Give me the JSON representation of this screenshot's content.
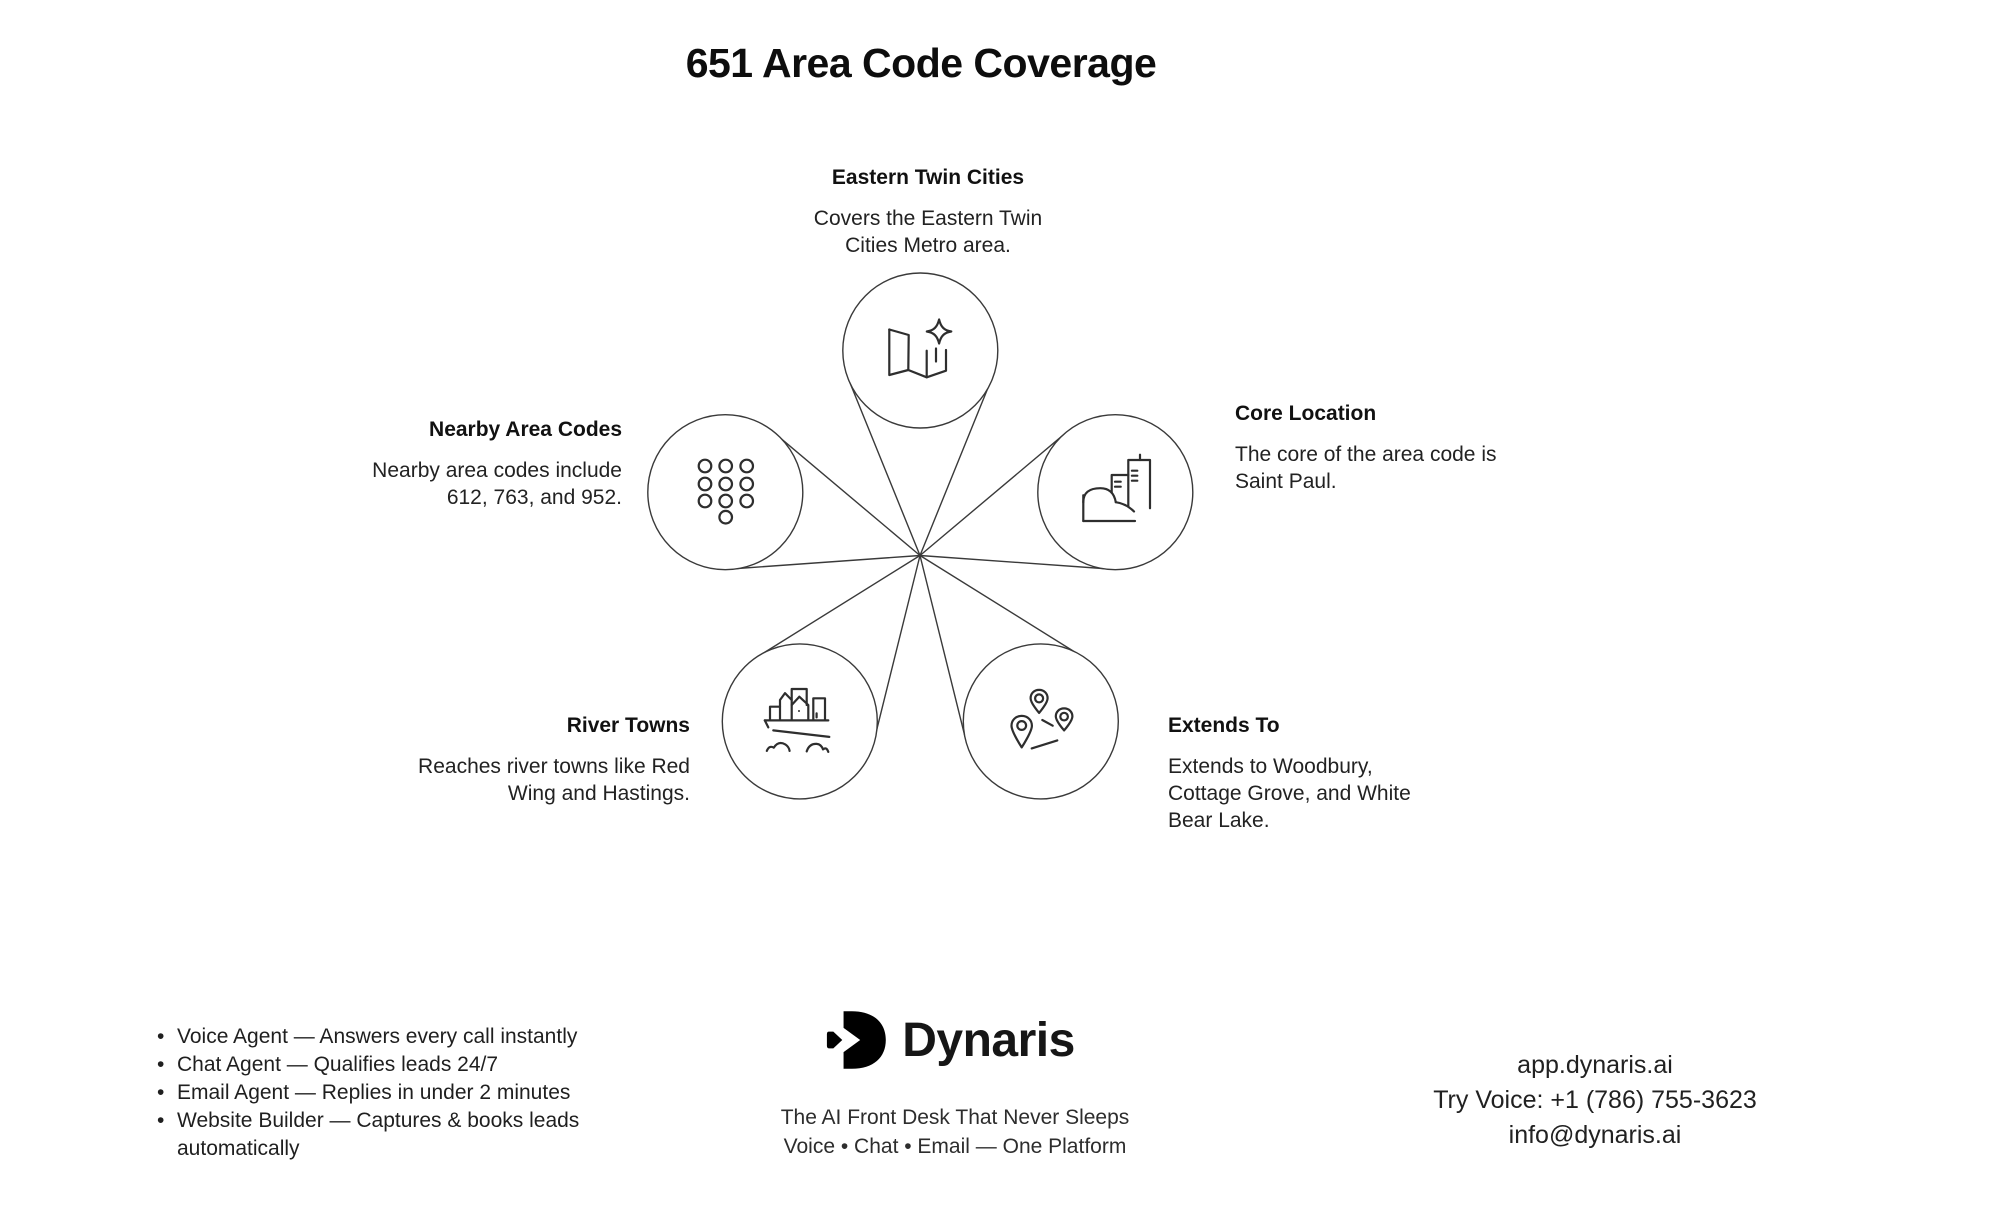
{
  "title": "651 Area Code Coverage",
  "nodes": {
    "top": {
      "heading": "Eastern Twin Cities",
      "body": "Covers the Eastern Twin\nCities Metro area."
    },
    "left": {
      "heading": "Nearby Area Codes",
      "body": "Nearby area codes include\n612, 763, and 952."
    },
    "right": {
      "heading": "Core Location",
      "body": "The core of the area code is\nSaint Paul."
    },
    "bottom_left": {
      "heading": "River Towns",
      "body": "Reaches river towns like Red\nWing and Hastings."
    },
    "bottom_right": {
      "heading": "Extends To",
      "body": "Extends to Woodbury,\nCottage Grove, and White\nBear Lake."
    }
  },
  "icons": [
    "map-icon",
    "dialpad-icon",
    "buildings-icon",
    "river-town-icon",
    "map-pins-icon"
  ],
  "footer": {
    "features": [
      "Voice Agent — Answers every call instantly",
      "Chat Agent — Qualifies leads 24/7",
      "Email Agent — Replies in under 2 minutes",
      "Website Builder — Captures & books leads automatically"
    ],
    "brand": {
      "name": "Dynaris",
      "tagline_line1": "The AI Front Desk That Never Sleeps",
      "tagline_line2": "Voice • Chat • Email — One Platform"
    },
    "contact": {
      "website": "app.dynaris.ai",
      "phone": "Try Voice: +1 (786) 755-3623",
      "email": "info@dynaris.ai"
    }
  },
  "colors": {
    "line": "#3a3a3a",
    "icon": "#2e2e2e",
    "text": "#1a1a1a",
    "logo": "#000000"
  }
}
